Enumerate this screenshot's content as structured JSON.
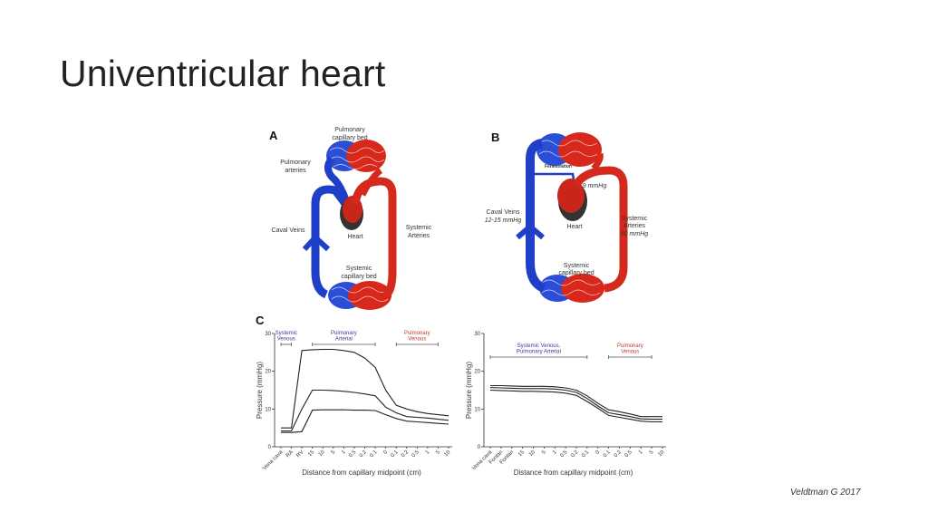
{
  "slide": {
    "title": "Univentricular heart",
    "credit": "Veldtman G 2017"
  },
  "panel_a": {
    "letter": "A",
    "pulm_bed": [
      "Pulmonary",
      "capillary bed"
    ],
    "pulm_arteries": [
      "Pulmonary",
      "arteries"
    ],
    "caval": "Caval Veins",
    "heart": "Heart",
    "sys_arteries": [
      "Systemic",
      "Arteries"
    ],
    "sys_bed": [
      "Systemic",
      "capillary bed"
    ]
  },
  "panel_b": {
    "letter": "B",
    "fenestration": "Fenestration",
    "pressure_heart": "9 mmHg",
    "caval": "Caval Veins",
    "caval_pressure": "12-15 mmHg",
    "heart": "Heart",
    "sys_arteries": [
      "Systemic",
      "Arteries"
    ],
    "sys_pressure": "60 mmHg",
    "sys_bed": [
      "Systemic",
      "capillary bed"
    ]
  },
  "panel_c": {
    "letter": "C"
  },
  "colors": {
    "venous": "#1f3fc8",
    "arterial": "#d42a1e",
    "label_blue": "#3a3a9a",
    "label_red": "#c0392b"
  },
  "chart_data": [
    {
      "type": "line",
      "title": "",
      "xlabel": "Distance from capillary midpoint (cm)",
      "ylabel": "Pressure (mmHg)",
      "ylim": [
        0,
        30
      ],
      "yticks": [
        "0",
        "10",
        "20",
        "30"
      ],
      "categories": [
        "Vena cava",
        "RA",
        "RV",
        "15",
        "10",
        "5",
        "1",
        "0.5",
        "0.2",
        "0.1",
        "0",
        "0.1",
        "0.2",
        "0.5",
        "1",
        "5",
        "10"
      ],
      "series": [
        {
          "name": "upper",
          "values": [
            5,
            5,
            25.5,
            25.7,
            25.8,
            25.8,
            25.5,
            25,
            23.5,
            21,
            15,
            11,
            10,
            9.3,
            8.8,
            8.5,
            8.2
          ]
        },
        {
          "name": "middle",
          "values": [
            4.2,
            4.2,
            10,
            15,
            15,
            14.9,
            14.7,
            14.4,
            14,
            13.5,
            10.5,
            9,
            8,
            7.8,
            7.6,
            7.3,
            7
          ]
        },
        {
          "name": "lower",
          "values": [
            3.8,
            3.8,
            4,
            9.7,
            9.8,
            9.8,
            9.8,
            9.7,
            9.7,
            9.6,
            8.5,
            7.5,
            6.8,
            6.6,
            6.4,
            6.2,
            6
          ]
        }
      ],
      "annotations": [
        {
          "text": [
            "Systemic",
            "Venous"
          ],
          "from": 0,
          "to": 1,
          "color": "label_blue"
        },
        {
          "text": [
            "Pulmonary",
            "Arterial"
          ],
          "from": 3,
          "to": 9,
          "color": "label_blue"
        },
        {
          "text": [
            "Pulmonary",
            "Venous"
          ],
          "from": 11,
          "to": 15,
          "color": "label_red"
        }
      ]
    },
    {
      "type": "line",
      "title": "",
      "xlabel": "Distance from capillary midpoint (cm)",
      "ylabel": "Pressure (mmHg)",
      "ylim": [
        0,
        30
      ],
      "yticks": [
        "0",
        "10",
        "20",
        "30"
      ],
      "categories": [
        "Vena cava",
        "Fontan",
        "Fontan",
        "15",
        "10",
        "5",
        "1",
        "0.5",
        "0.2",
        "0.1",
        "0",
        "0.1",
        "0.2",
        "0.5",
        "1",
        "5",
        "10"
      ],
      "series": [
        {
          "name": "upper",
          "values": [
            16.2,
            16.2,
            16.1,
            16,
            16,
            16,
            15.9,
            15.6,
            15,
            13.5,
            11.5,
            9.8,
            9.3,
            8.7,
            8,
            8,
            8
          ]
        },
        {
          "name": "middle",
          "values": [
            15.7,
            15.6,
            15.5,
            15.4,
            15.4,
            15.4,
            15.3,
            15,
            14.4,
            12.8,
            10.8,
            9,
            8.5,
            8,
            7.4,
            7.3,
            7.3
          ]
        },
        {
          "name": "lower",
          "values": [
            15,
            14.9,
            14.8,
            14.7,
            14.7,
            14.6,
            14.5,
            14.2,
            13.6,
            12,
            10.2,
            8.3,
            7.8,
            7.3,
            6.8,
            6.6,
            6.6
          ]
        }
      ],
      "annotations": [
        {
          "text": [
            "Systemic Venous,",
            "Pulmonary Arterial"
          ],
          "from": 0,
          "to": 9,
          "color": "label_blue"
        },
        {
          "text": [
            "Pulmonary",
            "Venous"
          ],
          "from": 11,
          "to": 15,
          "color": "label_red"
        }
      ]
    }
  ]
}
